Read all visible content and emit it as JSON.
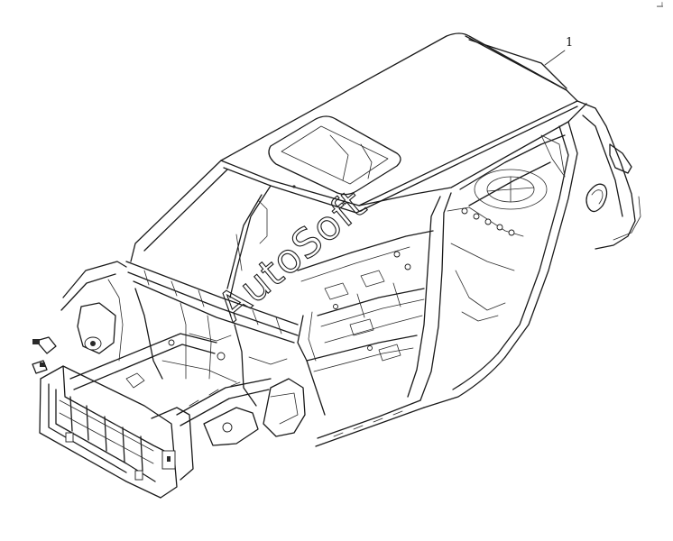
{
  "diagram": {
    "callouts": [
      {
        "number": "1"
      }
    ],
    "watermark": "AutoSoft",
    "corner_mark": "ⁱ̶"
  },
  "colors": {
    "line": "#1a1a1a",
    "background": "#ffffff"
  }
}
